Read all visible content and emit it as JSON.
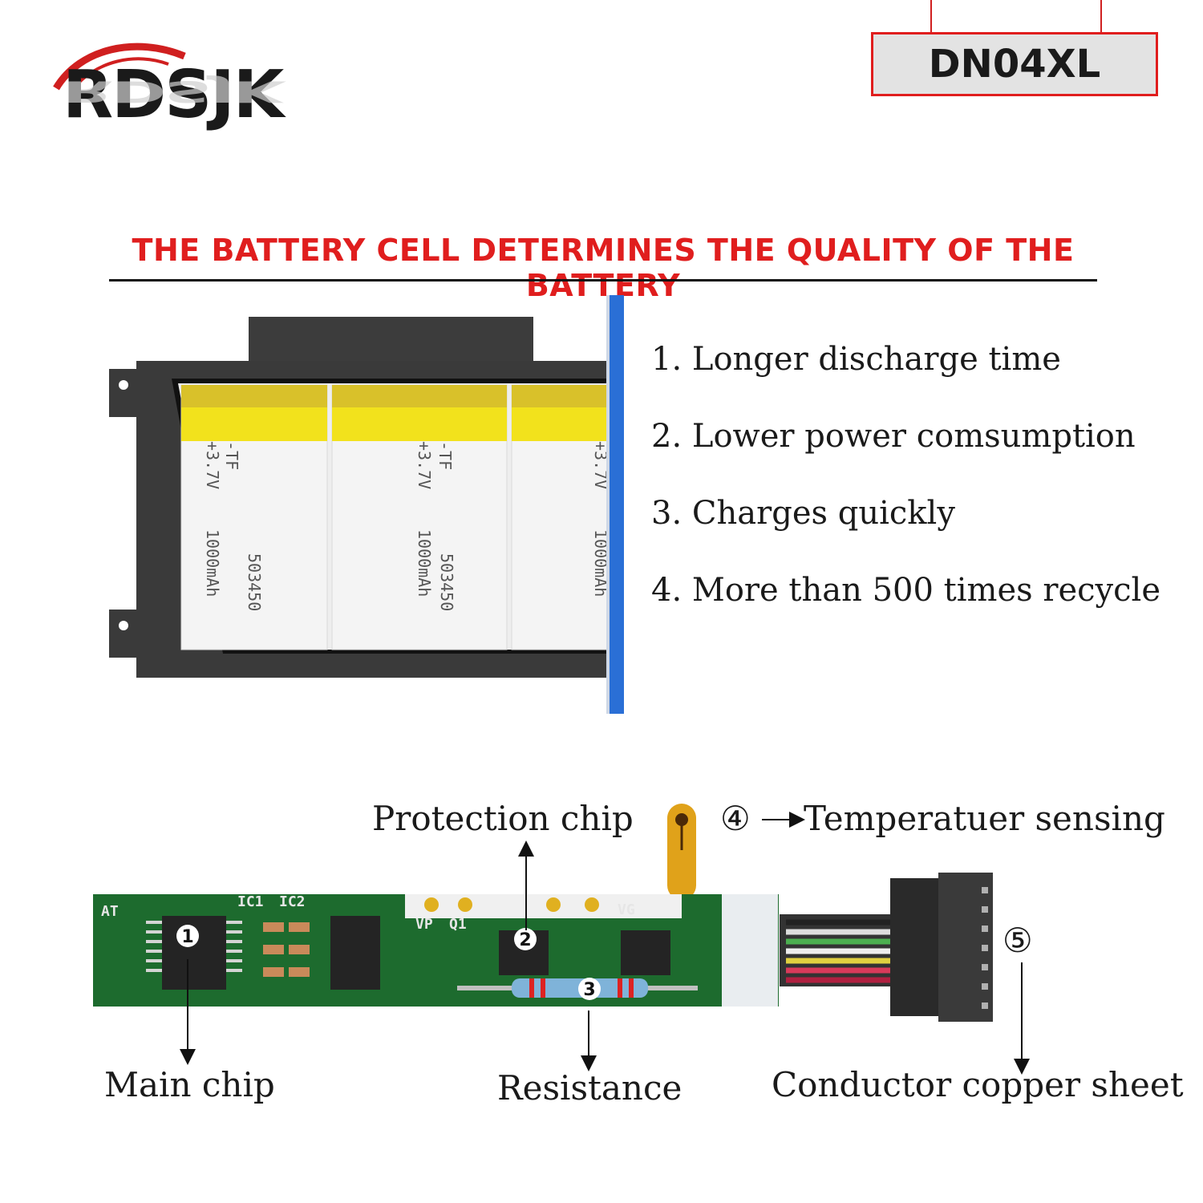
{
  "brand": {
    "logo_text": "RDSJK"
  },
  "model": {
    "code": "DN04XL"
  },
  "headline": "THE BATTERY CELL DETERMINES THE QUALITY OF THE BATTERY",
  "features": [
    "1. Longer discharge time",
    "2. Lower power comsumption",
    "3. Charges quickly",
    "4. More than 500 times recycle"
  ],
  "cell_print": {
    "polarity_neg": "-TF",
    "voltage": "+3.7V",
    "model": "503450",
    "capacity": "1000mAh"
  },
  "pcb_print": {
    "at": "AT",
    "ic1": "IC1",
    "ic2": "IC2",
    "vp": "VP",
    "q1": "Q1",
    "vg": "VG"
  },
  "callouts": {
    "main_chip": {
      "number": "1",
      "label": "Main chip"
    },
    "protection_chip": {
      "number": "2",
      "label": "Protection chip"
    },
    "resistance": {
      "number": "3",
      "label": "Resistance"
    },
    "temperature_sensing": {
      "number": "④",
      "label": "Temperatuer sensing"
    },
    "conductor": {
      "number": "⑤",
      "label": "Conductor copper sheet"
    }
  },
  "colors": {
    "accent_red": "#e01e1e",
    "pcb_green": "#1d6b2e",
    "cell_yellow": "#f2e21c",
    "frame_dark": "#3a3a3a",
    "divider_blue": "#2a6fd6"
  }
}
